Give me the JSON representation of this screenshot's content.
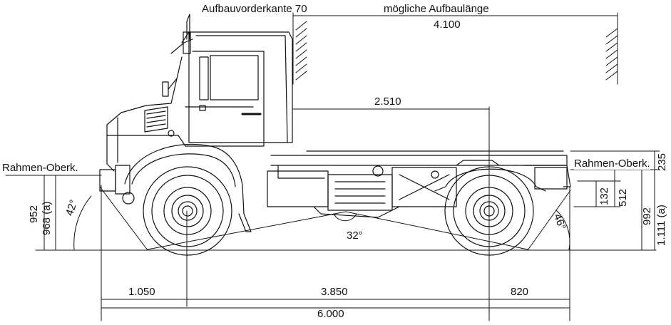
{
  "labels": {
    "body_front_edge": "Aufbauvorderkante 70",
    "possible_body_length": "mögliche Aufbaulänge",
    "possible_body_length_value": "4.100",
    "front_axle_to_body_value": "2.510",
    "frame_top_left": "Rahmen-Oberk.",
    "frame_top_right": "Rahmen-Oberk.",
    "ramp_angle": "32°",
    "approach_angle": "42°",
    "departure_angle": "46°"
  },
  "horizontal_dims": {
    "front_overhang": "1.050",
    "wheelbase": "3.850",
    "rear_overhang": "820",
    "overall_length": "6.000"
  },
  "vertical_dims": {
    "front_frame_height": "952",
    "front_frame_height_a": "968 (a)",
    "rear_frame_height": "992",
    "rear_frame_height_a": "1.111 (a)",
    "frame_depth": "235",
    "rear_upper_dim": "512",
    "rear_lower_dim": "132"
  },
  "colors": {
    "line": "#111111",
    "background": "#ffffff"
  }
}
